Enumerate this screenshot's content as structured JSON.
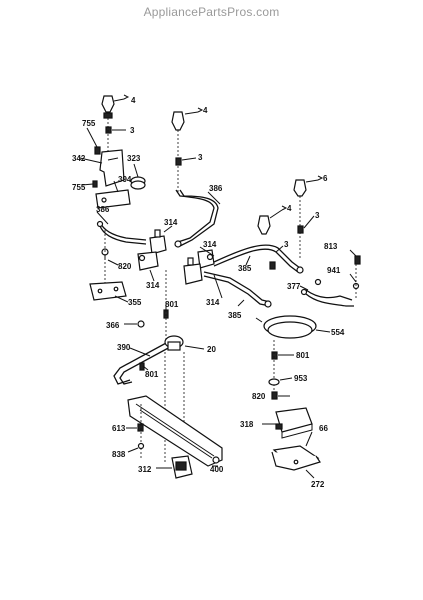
{
  "watermark": "AppliancePartsPros.com",
  "labels": {
    "l4a": "4",
    "l4b": "4",
    "l4c": "4",
    "l3a": "3",
    "l3b": "3",
    "l3c": "3",
    "l3d": "3",
    "l6": "6",
    "l755a": "755",
    "l755b": "755",
    "l342": "342",
    "l323": "323",
    "l394": "394",
    "l386a": "386",
    "l386b": "386",
    "l314a": "314",
    "l314b": "314",
    "l314c": "314",
    "l314d": "314",
    "l820a": "820",
    "l820b": "820",
    "l813": "813",
    "l941": "941",
    "l385a": "385",
    "l385b": "385",
    "l377": "377",
    "l355": "355",
    "l801a": "801",
    "l801b": "801",
    "l801c": "801",
    "l366": "366",
    "l554": "554",
    "l390": "390",
    "l20": "20",
    "l953": "953",
    "l613": "613",
    "l838": "838",
    "l318": "318",
    "l66": "66",
    "l312": "312",
    "l400": "400",
    "l272": "272"
  }
}
